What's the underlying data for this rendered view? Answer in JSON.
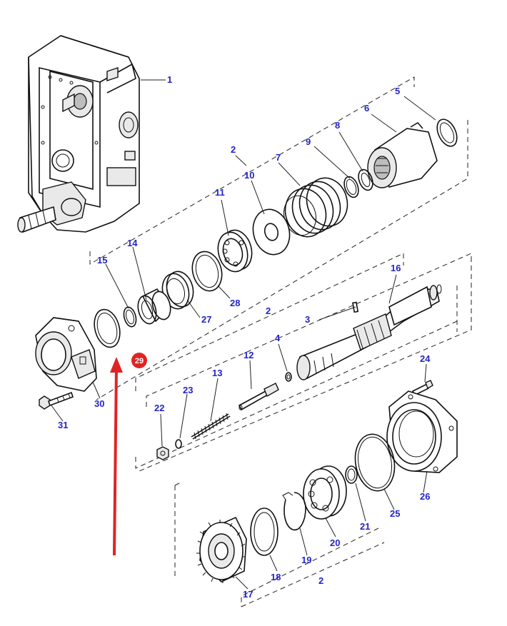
{
  "highlight": {
    "label": "29",
    "color": "#e02424"
  },
  "arrow": {
    "color": "#e02424"
  },
  "label_color": "#2323c8",
  "callouts": {
    "c1": "1",
    "c2a": "2",
    "c2b": "2",
    "c2c": "2",
    "c3": "3",
    "c4": "4",
    "c5": "5",
    "c6": "6",
    "c7": "7",
    "c8": "8",
    "c9": "9",
    "c10": "10",
    "c11": "11",
    "c12": "12",
    "c13": "13",
    "c14": "14",
    "c15": "15",
    "c16": "16",
    "c17": "17",
    "c18": "18",
    "c19": "19",
    "c20": "20",
    "c21": "21",
    "c22": "22",
    "c23": "23",
    "c24": "24",
    "c25": "25",
    "c26": "26",
    "c27": "27",
    "c28": "28",
    "c30": "30",
    "c31": "31"
  },
  "parts": [
    "gearbox-housing",
    "spring-stack",
    "splined-coupling",
    "ring",
    "thrust-washer",
    "bearing",
    "sleeve",
    "race",
    "snap-ring",
    "shaft",
    "pin",
    "plunger",
    "spring",
    "nut",
    "circlip",
    "gear",
    "cover",
    "seal-ring",
    "bolt",
    "bracket-housing"
  ]
}
